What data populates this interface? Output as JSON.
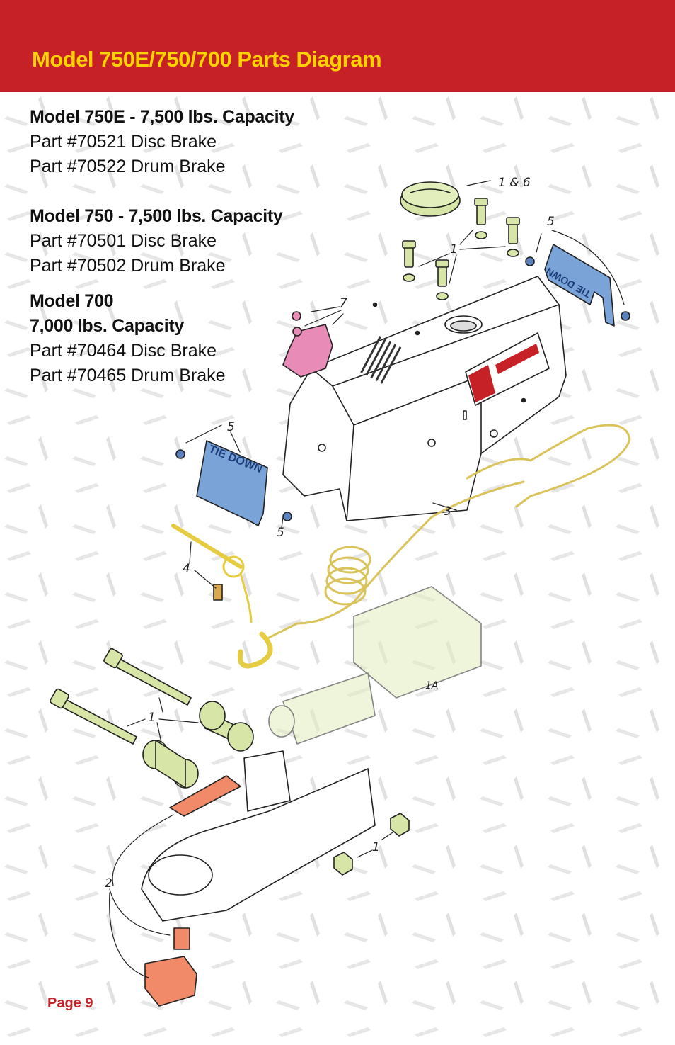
{
  "header": {
    "title": "Model 750E/750/700 Parts Diagram"
  },
  "models": [
    {
      "heading": "Model 750E - 7,500 lbs. Capacity",
      "parts": [
        "Part #70521 Disc Brake",
        "Part #70522 Drum Brake"
      ]
    },
    {
      "heading": "Model 750 - 7,500 lbs. Capacity",
      "parts": [
        "Part #70501 Disc Brake",
        "Part #70502 Drum Brake"
      ]
    },
    {
      "heading_lines": [
        "Model 700",
        "7,000 lbs. Capacity"
      ],
      "parts": [
        "Part #70464 Disc Brake",
        "Part #70465 Drum Brake"
      ]
    }
  ],
  "callouts": {
    "c1_6": "1 & 6",
    "c1_top": "1",
    "c5_right": "5",
    "c7": "7",
    "c5_left": "5",
    "c5_lower": "5",
    "c3": "3",
    "c4": "4",
    "c1a": "1A",
    "c1_pins": "1",
    "c1_nuts": "1",
    "c2": "2"
  },
  "labels": {
    "tie_down_left": "TIE DOWN",
    "tie_down_right": "TIE DOWN"
  },
  "footer": {
    "page": "Page 9"
  },
  "colors": {
    "header": "#c62127",
    "title": "#ffd200",
    "bracket_blue": "#7aa3d8",
    "bracket_pink": "#e98bb7",
    "cable_yellow": "#f1e08a",
    "part_green": "#d7e6a7",
    "handle_orange": "#f08a68"
  }
}
